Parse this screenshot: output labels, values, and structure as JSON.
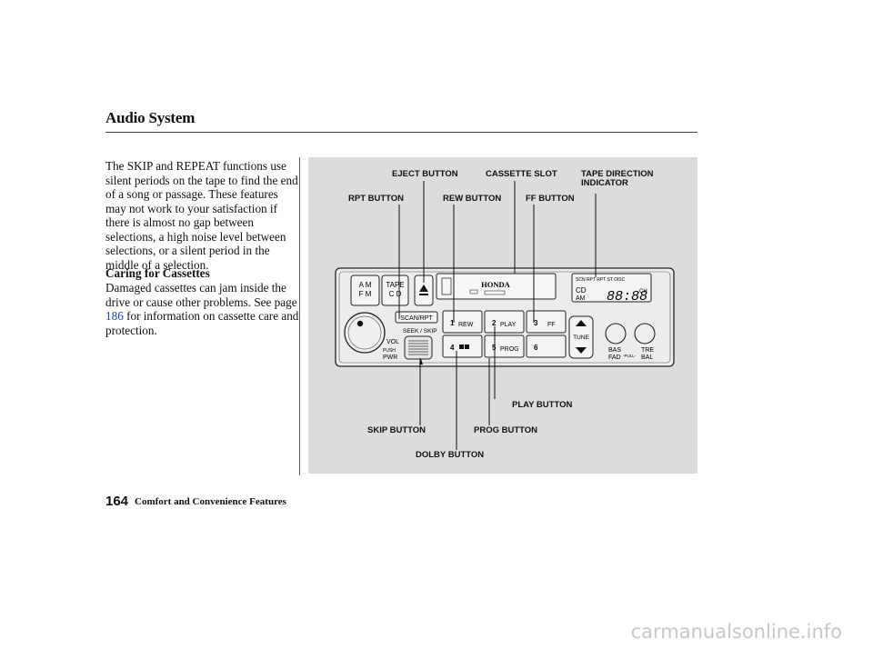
{
  "header": {
    "title": "Audio System"
  },
  "body": {
    "paragraph1": "The SKIP and REPEAT functions use silent periods on the tape to find the end of a song or passage. These features may not work to your satisfaction if there is almost no gap between selections, a high noise level between selections, or a silent period in the middle of a selection.",
    "subheading": "Caring for Cassettes",
    "care_before": "Damaged cassettes can jam inside the drive or cause other problems. See page ",
    "care_link": "186",
    "care_after": " for information on cassette care and protection."
  },
  "figure": {
    "callouts": {
      "eject": "EJECT BUTTON",
      "cassette_slot": "CASSETTE SLOT",
      "tape_direction_1": "TAPE DIRECTION",
      "tape_direction_2": "INDICATOR",
      "rpt": "RPT BUTTON",
      "rew": "REW BUTTON",
      "ff": "FF BUTTON",
      "play": "PLAY BUTTON",
      "skip": "SKIP BUTTON",
      "prog": "PROG BUTTON",
      "dolby": "DOLBY BUTTON"
    },
    "panel": {
      "am": "A M",
      "fm": "F M",
      "tape": "TAPE",
      "cd": "C D",
      "brand": "HONDA",
      "display_top": "SCN RPT RPT ST DISC",
      "display_cd": "CD",
      "display_ch": "CH",
      "display_am": "AM",
      "display_digits": "88:88",
      "scan_rpt": "SCAN/RPT",
      "seek_skip": "SEEK / SKIP",
      "vol": "VOL",
      "push": "PUSH",
      "pwr": "PWR",
      "btn1_num": "1",
      "btn1_label": "REW",
      "btn2_num": "2",
      "btn2_label": "PLAY",
      "btn3_num": "3",
      "btn3_label": "FF",
      "btn4_num": "4",
      "btn5_num": "5",
      "btn5_label": "PROG",
      "btn6_num": "6",
      "tune": "TUNE",
      "bas": "BAS",
      "fad": "FAD",
      "pull": "-PULL-",
      "tre": "TRE",
      "bal": "BAL"
    }
  },
  "footer": {
    "page_number": "164",
    "section": "Comfort and Convenience Features",
    "watermark": "carmanualsonline.info"
  }
}
